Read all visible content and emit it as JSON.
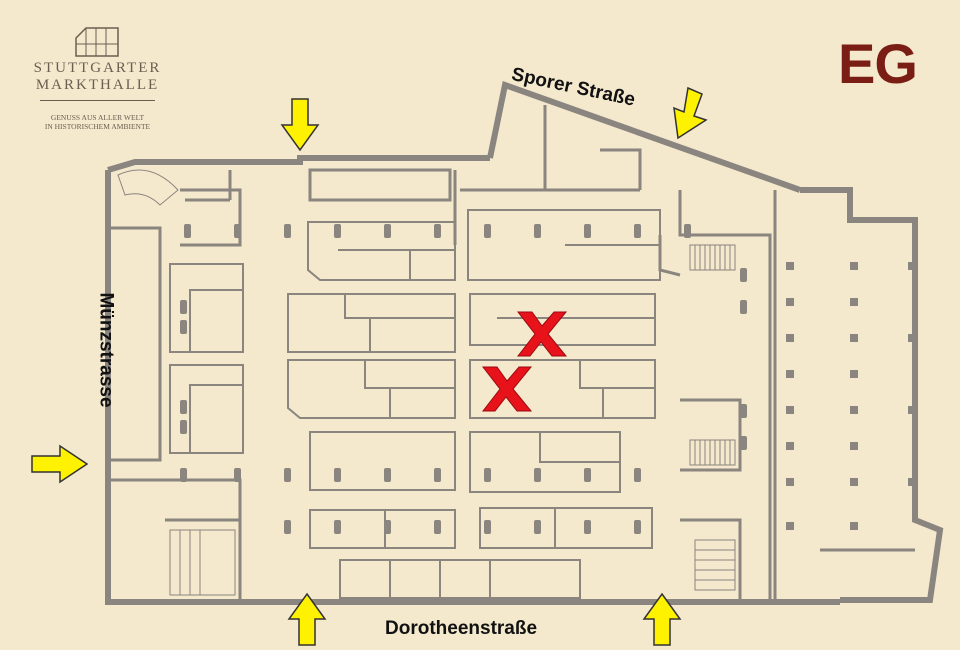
{
  "logo": {
    "line1": "STUTTGARTER",
    "line2": "MARKTHALLE",
    "tagline1": "GENUSS AUS ALLER WELT",
    "tagline2": "IN HISTORISCHEM AMBIENTE",
    "icon": "building-icon"
  },
  "floor_label": "EG",
  "streets": {
    "sporer": "Sporer Straße",
    "muenz": "Münzstrasse",
    "dorotheen": "Dorotheenstraße"
  },
  "colors": {
    "background": "#f4e8cd",
    "walls": "#8b8580",
    "arrow": "#fff200",
    "marker": "#e8121b",
    "floor_label": "#7a1d14"
  },
  "markers": [
    {
      "icon": "red-x-marker-icon"
    },
    {
      "icon": "red-x-marker-icon"
    }
  ],
  "entrances": [
    {
      "icon": "entrance-arrow-down-icon"
    },
    {
      "icon": "entrance-arrow-down-icon"
    },
    {
      "icon": "entrance-arrow-right-icon"
    },
    {
      "icon": "entrance-arrow-up-icon"
    },
    {
      "icon": "entrance-arrow-up-icon"
    }
  ]
}
